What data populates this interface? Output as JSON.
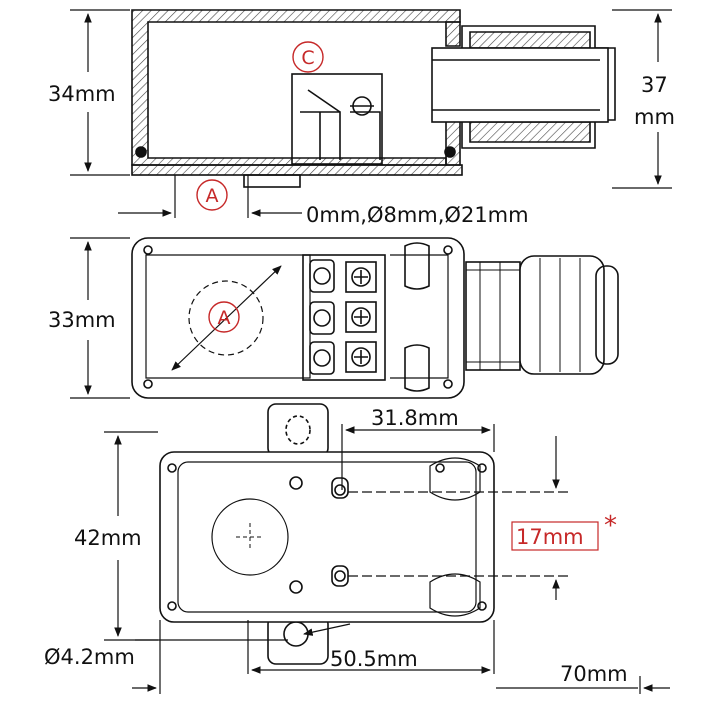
{
  "dimensions": {
    "side_height": "34mm",
    "gland_height_top": "37",
    "gland_height_unit": "mm",
    "hole_sizes": "0mm,Ø8mm,Ø21mm",
    "top_height": "33mm",
    "mount_spacing": "31.8mm",
    "base_height": "42mm",
    "terminal_pitch": "17mm",
    "terminal_pitch_mark": "*",
    "mount_hole": "Ø4.2mm",
    "hole_spacing": "50.5mm",
    "overall_length": "70mm"
  },
  "callouts": {
    "hole_marker": "A",
    "contact_marker": "C"
  },
  "colors": {
    "line": "#111111",
    "accent": "#c62828",
    "hatch": "#444444"
  }
}
